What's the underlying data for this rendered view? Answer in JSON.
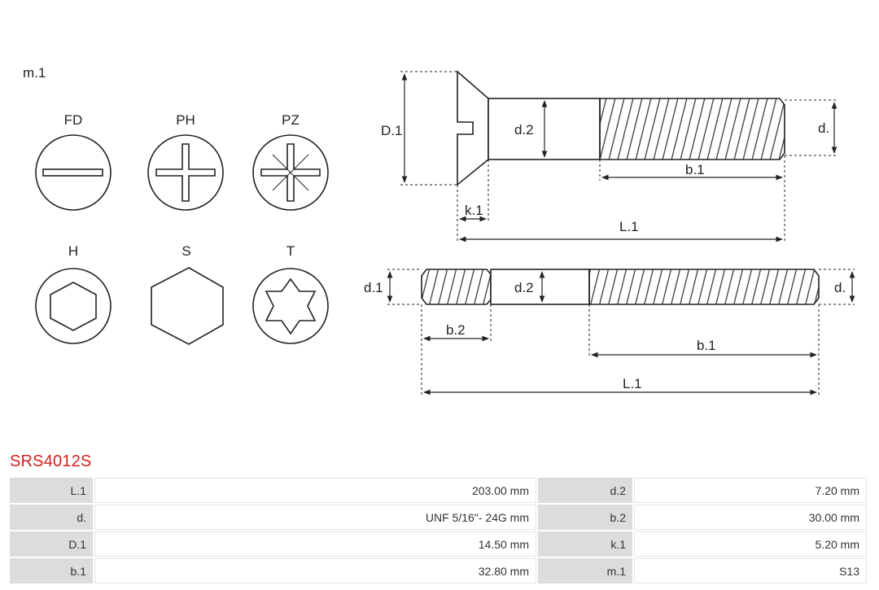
{
  "drawing": {
    "material_label": "m.1",
    "drive_types": [
      {
        "code": "FD",
        "icon": "slotted-drive-icon"
      },
      {
        "code": "PH",
        "icon": "phillips-drive-icon"
      },
      {
        "code": "PZ",
        "icon": "pozidriv-drive-icon"
      },
      {
        "code": "H",
        "icon": "hex-socket-drive-icon"
      },
      {
        "code": "S",
        "icon": "hex-head-drive-icon"
      },
      {
        "code": "T",
        "icon": "torx-drive-icon"
      }
    ],
    "screw_dims": {
      "D1": "D.1",
      "d2": "d.2",
      "d": "d.",
      "b1": "b.1",
      "k1": "k.1",
      "L1": "L.1"
    },
    "stud_dims": {
      "d1": "d.1",
      "d2": "d.2",
      "d": "d.",
      "b2": "b.2",
      "b1": "b.1",
      "L1": "L.1"
    }
  },
  "part": {
    "number": "SRS4012S"
  },
  "specs": [
    {
      "k1": "L.1",
      "v1": "203.00 mm",
      "k2": "d.2",
      "v2": "7.20 mm"
    },
    {
      "k1": "d.",
      "v1": "UNF 5/16\"- 24G mm",
      "k2": "b.2",
      "v2": "30.00 mm"
    },
    {
      "k1": "D.1",
      "v1": "14.50 mm",
      "k2": "k.1",
      "v2": "5.20 mm"
    },
    {
      "k1": "b.1",
      "v1": "32.80 mm",
      "k2": "m.1",
      "v2": "S13"
    }
  ]
}
